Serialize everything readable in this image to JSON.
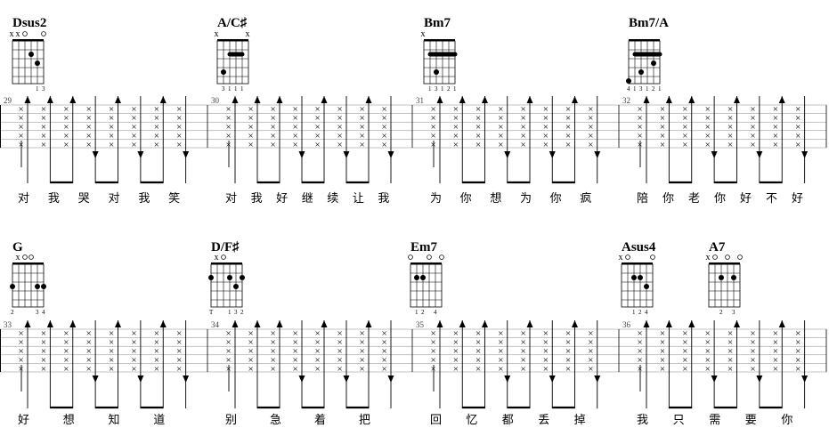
{
  "systems": [
    {
      "measures": [
        {
          "number": "29",
          "chord": {
            "name": "Dsus2",
            "markers": [
              "x",
              "x",
              "o",
              "",
              "",
              "o"
            ],
            "dots": [
              [
                4,
                2
              ],
              [
                5,
                3
              ]
            ],
            "barre": null,
            "fingers": [
              "",
              "",
              "",
              "",
              "1",
              "3"
            ]
          },
          "lyrics": [
            "对",
            "我",
            "哭",
            "对",
            "我",
            "笑"
          ]
        },
        {
          "number": "30",
          "chord": {
            "name": "A/C♯",
            "markers": [
              "x",
              "",
              "",
              "",
              "",
              "x"
            ],
            "dots": [
              [
                2,
                4
              ]
            ],
            "barre": [
              3,
              5,
              2
            ],
            "fingers": [
              "",
              "3",
              "1",
              "1",
              "1",
              ""
            ]
          },
          "lyrics": [
            "对",
            "我",
            "好",
            "继",
            "续",
            "让",
            "我"
          ]
        },
        {
          "number": "31",
          "chord": {
            "name": "Bm7",
            "markers": [
              "x",
              "",
              "",
              "",
              "",
              ""
            ],
            "dots": [
              [
                3,
                4
              ]
            ],
            "barre": [
              2,
              6,
              2
            ],
            "fingers": [
              "",
              "1",
              "3",
              "1",
              "2",
              "1"
            ]
          },
          "lyrics": [
            "为",
            "你",
            "想",
            "为",
            "你",
            "疯"
          ]
        },
        {
          "number": "32",
          "chord": {
            "name": "Bm7/A",
            "markers": [
              "",
              "",
              "",
              "",
              "",
              ""
            ],
            "dots": [
              [
                1,
                5
              ],
              [
                3,
                4
              ],
              [
                5,
                3
              ]
            ],
            "barre": [
              2,
              6,
              2
            ],
            "fingers": [
              "4",
              "1",
              "3",
              "1",
              "2",
              "1"
            ]
          },
          "lyrics": [
            "陪",
            "你",
            "老",
            "你",
            "好",
            "不",
            "好"
          ]
        }
      ]
    },
    {
      "measures": [
        {
          "number": "33",
          "chord": {
            "name": "G",
            "markers": [
              "",
              "x",
              "o",
              "o",
              "",
              ""
            ],
            "dots": [
              [
                1,
                3
              ],
              [
                5,
                3
              ],
              [
                6,
                3
              ]
            ],
            "barre": null,
            "fingers": [
              "2",
              "",
              "",
              "",
              "3",
              "4"
            ]
          },
          "lyrics": [
            "好",
            "想",
            "知",
            "道"
          ]
        },
        {
          "number": "34",
          "chord": {
            "name": "D/F♯",
            "markers": [
              "",
              "x",
              "o",
              "",
              "",
              ""
            ],
            "dots": [
              [
                1,
                2
              ],
              [
                4,
                2
              ],
              [
                5,
                3
              ],
              [
                6,
                2
              ]
            ],
            "barre": null,
            "fingers": [
              "T",
              "",
              "",
              "1",
              "3",
              "2"
            ]
          },
          "lyrics": [
            "别",
            "急",
            "着",
            "把"
          ]
        },
        {
          "number": "35",
          "chord": {
            "name": "Em7",
            "markers": [
              "o",
              "",
              "",
              "o",
              "",
              "o"
            ],
            "dots": [
              [
                2,
                2
              ],
              [
                3,
                2
              ]
            ],
            "barre": null,
            "fingers": [
              "",
              "1",
              "2",
              "",
              "4",
              ""
            ]
          },
          "lyrics": [
            "回",
            "忆",
            "都",
            "丢",
            "掉"
          ]
        },
        {
          "number": "36",
          "chord": {
            "name": "Asus4",
            "markers": [
              "x",
              "o",
              "",
              "",
              "",
              "o"
            ],
            "dots": [
              [
                3,
                2
              ],
              [
                4,
                2
              ],
              [
                5,
                3
              ]
            ],
            "barre": null,
            "fingers": [
              "",
              "",
              "1",
              "2",
              "4",
              ""
            ]
          },
          "chord2": {
            "name": "A7",
            "markers": [
              "x",
              "o",
              "",
              "o",
              "",
              "o"
            ],
            "dots": [
              [
                3,
                2
              ],
              [
                5,
                2
              ]
            ],
            "barre": null,
            "fingers": [
              "",
              "",
              "2",
              "",
              "3",
              ""
            ]
          },
          "lyrics": [
            "我",
            "只",
            "需",
            "要",
            "你"
          ]
        }
      ]
    }
  ]
}
